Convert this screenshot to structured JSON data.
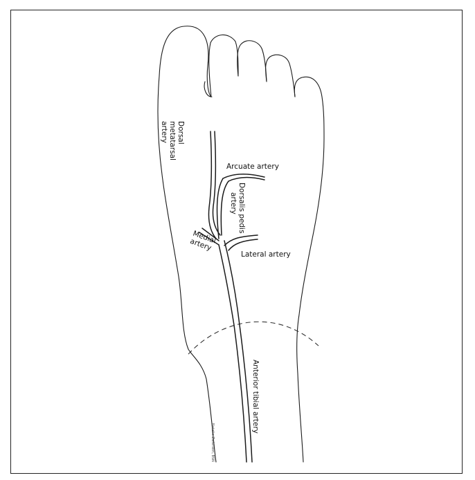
{
  "labels": {
    "dorsal_metatarsal": [
      "Dorsal",
      "metatarsal",
      "artery"
    ],
    "arcuate": "Arcuate artery",
    "dorsalis_pedis": [
      "Dorsalis pedis",
      "artery"
    ],
    "medial": [
      "Medial",
      "artery"
    ],
    "lateral": "Lateral artery",
    "anterior_tibial": "Anterior tibial artery"
  },
  "signature": "Natalie Zwierlein, BSN"
}
